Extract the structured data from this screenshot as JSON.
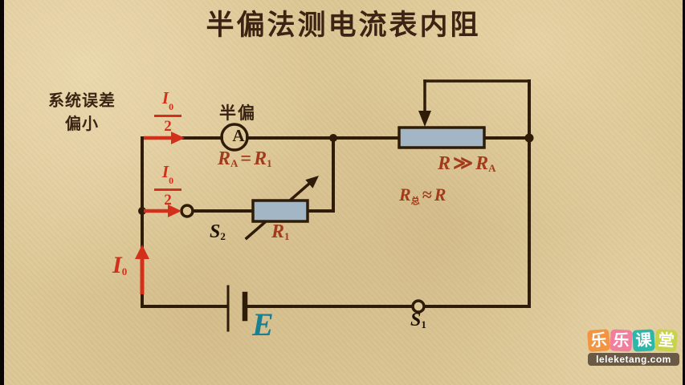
{
  "title": "半偏法测电流表内阻",
  "colors": {
    "background": "#dcc695",
    "wire": "#2e1c08",
    "arrow_red": "#d3301c",
    "formula_red": "#a23b1b",
    "resistor_fill": "#a2b6c6",
    "emf_teal": "#1b7f92",
    "text_dark": "#3a2514"
  },
  "notes": {
    "systematic_error_line1": "系统误差",
    "systematic_error_line2": "偏小",
    "half_deflection": "半偏"
  },
  "currents": {
    "half_current": {
      "sym": "I",
      "sub": "0",
      "den": "2"
    },
    "total_current": {
      "sym": "I",
      "sub": "0"
    }
  },
  "formulas": {
    "ra_eq_r1": {
      "l": "R",
      "lsub": "A",
      "op": "=",
      "r": "R",
      "rsub": "1"
    },
    "r_gg_ra": {
      "l": "R",
      "op": "≫",
      "r": "R",
      "rsub": "A"
    },
    "rtotal_approx_r": {
      "l": "R",
      "lsub": "总",
      "op": "≈",
      "r": "R"
    }
  },
  "components": {
    "ammeter": "A",
    "emf": "E",
    "switch1": {
      "sym": "S",
      "sub": "1"
    },
    "switch2": {
      "sym": "S",
      "sub": "2"
    },
    "rheostat": {
      "sym": "R",
      "sub": "1"
    }
  },
  "watermark": {
    "tiles": [
      {
        "char": "乐",
        "color": "#f29440"
      },
      {
        "char": "乐",
        "color": "#f27e9d"
      },
      {
        "char": "课",
        "color": "#2eb6ab"
      },
      {
        "char": "堂",
        "color": "#c8d34c"
      }
    ],
    "url": "leleketang.com",
    "bar_color": "#6a5a45"
  }
}
